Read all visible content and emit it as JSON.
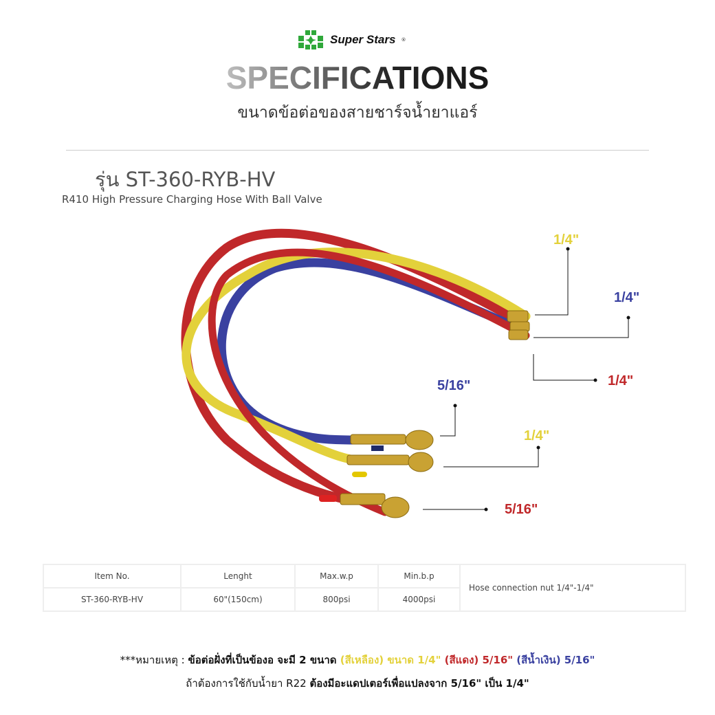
{
  "brand": {
    "name": "Super Stars",
    "registered": "®"
  },
  "header": {
    "title": "SPECIFICATIONS",
    "subtitle": "ขนาดข้อต่อของสายชาร์จน้ำยาแอร์"
  },
  "product": {
    "model": "รุ่น ST-360-RYB-HV",
    "description": "R410 High Pressure Charging Hose With Ball Valve"
  },
  "labels": {
    "yellow_top": "1/4\"",
    "blue_top": "1/4\"",
    "red_top": "1/4\"",
    "blue_valve": "5/16\"",
    "yellow_valve": "1/4\"",
    "red_valve": "5/16\""
  },
  "colors": {
    "yellow": "#e3d13b",
    "red": "#c0282a",
    "blue": "#3a41a0",
    "brand_green": "#2fa83a"
  },
  "table": {
    "headers": [
      "Item No.",
      "Lenght",
      "Max.w.p",
      "Min.b.p"
    ],
    "row": [
      "ST-360-RYB-HV",
      "60\"(150cm)",
      "800psi",
      "4000psi"
    ],
    "note": "Hose connection nut 1/4\"-1/4\""
  },
  "footer": {
    "line1": {
      "prefix": "***หมายเหตุ : ",
      "bold": "ข้อต่อฝั่งที่เป็นข้องอ จะมี 2 ขนาด ",
      "yellow": "(สีเหลือง) ขนาด 1/4\"",
      "red": " (สีแดง) 5/16\"",
      "blue": " (สีน้ำเงิน) 5/16\""
    },
    "line2": {
      "prefix": "ถ้าต้องการใช้กับน้ำยา R22 ",
      "bold": "ต้องมีอะแดปเตอร์เพื่อแปลงจาก 5/16\" เป็น 1/4\""
    }
  }
}
